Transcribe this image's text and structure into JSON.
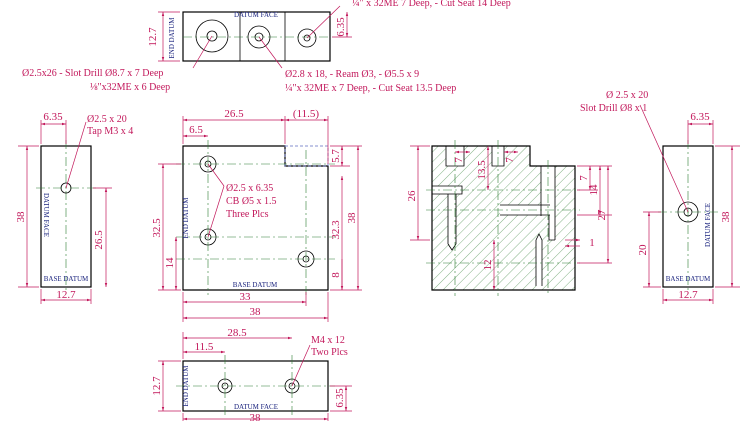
{
  "top_view": {
    "dim_height": "12.7",
    "dim_right": "6.35",
    "end_datum": "END DATUM",
    "datum_face": "DATUM FACE",
    "note_top": "¼\" x 32ME  7 Deep, - Cut Seat 14 Deep",
    "note_left": "Ø2.5x26 - Slot Drill Ø8.7 x 7 Deep",
    "note_left2": "⅛\"x32ME x 6 Deep",
    "note_mid": "Ø2.8 x 18, - Ream Ø3, - Ø5.5 x 9",
    "note_mid2": "¼\"x 32ME  x 7 Deep, - Cut Seat 13.5 Deep"
  },
  "left_view": {
    "dim_top": "6.35",
    "note1": "Ø2.5 x 20",
    "note2": "Tap M3 x 4",
    "dim_height": "38",
    "dim_hole": "26.5",
    "datum_face": "DATUM FACE",
    "base_datum": "BASE DATUM",
    "dim_width": "12.7"
  },
  "front_view": {
    "dim_265": "26.5",
    "dim_115": "(11.5)",
    "dim_65": "6.5",
    "dim_57": "5.7",
    "dim_325": "32.5",
    "dim_14": "14",
    "dim_323": "32.3",
    "dim_38r": "38",
    "dim_8": "8",
    "note1": "Ø2.5 x 6.35",
    "note2": "CB Ø5 x 1.5",
    "note3": "Three Plcs",
    "end_datum": "END DATUM",
    "base_datum": "BASE  DATUM",
    "dim_33": "33",
    "dim_38b": "38"
  },
  "section_view": {
    "dim_7a": "7",
    "dim_135": "13.5",
    "dim_7b": "7",
    "dim_26": "26",
    "dim_7c": "7",
    "dim_14": "14",
    "dim_27": "27",
    "dim_12": "12",
    "dim_1": "1"
  },
  "right_view": {
    "note1": "Ø 2.5 x 20",
    "note2": "Slot Drill Ø8 x 1",
    "dim_top": "6.35",
    "dim_38": "38",
    "dim_20": "20",
    "datum_face": "DATUM FACE",
    "base_datum": "BASE DATUM",
    "dim_width": "12.7"
  },
  "bottom_view": {
    "dim_285": "28.5",
    "dim_115": "11.5",
    "note1": "M4 x 12",
    "note2": "Two Plcs",
    "dim_height": "12.7",
    "end_datum": "END DATUM",
    "dim_right": "6.35",
    "datum_face": "DATUM FACE",
    "dim_38": "38"
  }
}
